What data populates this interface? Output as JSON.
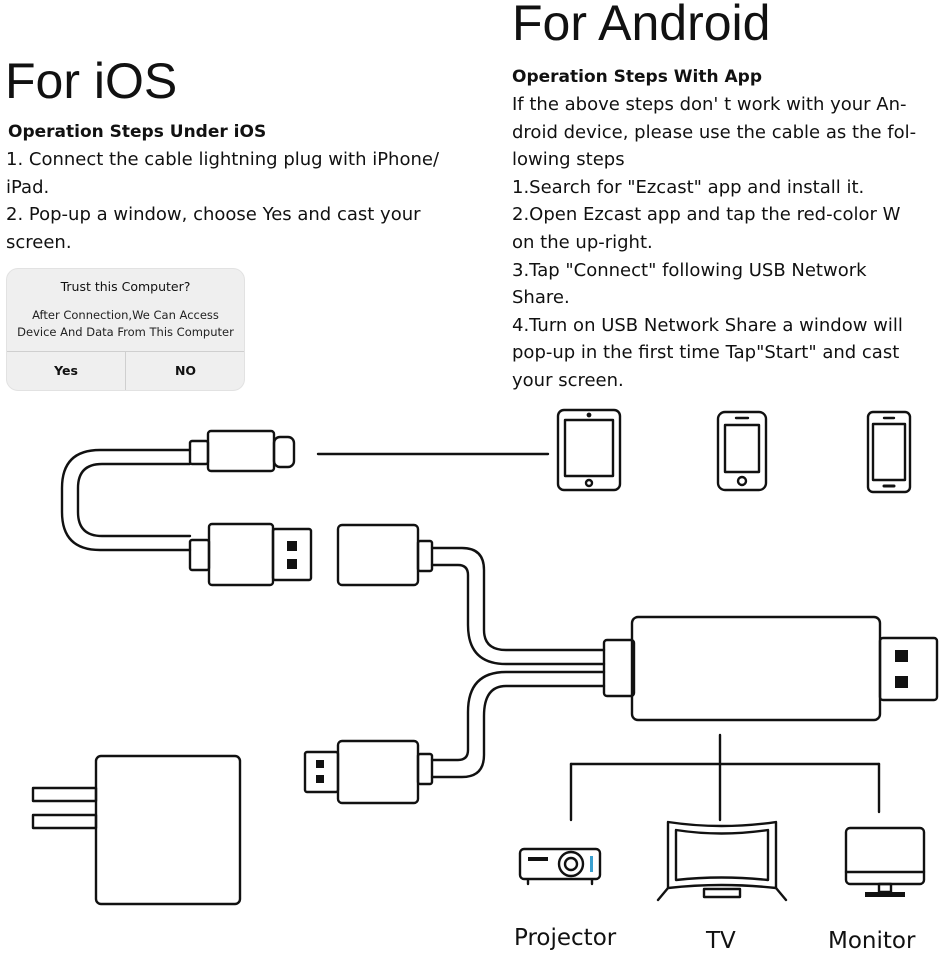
{
  "ios": {
    "title": "For iOS",
    "heading": "Operation Steps Under iOS",
    "lines": [
      "1. Connect the cable lightning plug with iPhone/",
      "iPad.",
      "2. Pop-up a window, choose Yes and cast your",
      "screen."
    ],
    "dialog": {
      "title": "Trust this Computer?",
      "message_line1": "After Connection,We Can Access",
      "message_line2": "Device And Data From This Computer",
      "yes_label": "Yes",
      "no_label": "NO"
    }
  },
  "android": {
    "title": "For Android",
    "heading": "Operation Steps With App",
    "lines": [
      "If the above steps don' t work with your An-",
      "droid device, please use the cable as the fol-",
      "lowing steps",
      "1.Search for \"Ezcast\" app and install it.",
      "2.Open Ezcast app and tap the red-color W",
      "on the up-right.",
      "3.Tap \"Connect\" following USB Network",
      "Share.",
      "4.Turn on USB Network Share a window will",
      "pop-up in the first time Tap\"Start\" and cast",
      "your screen."
    ]
  },
  "outputs": {
    "projector": "Projector",
    "tv": "TV",
    "monitor": "Monitor"
  },
  "colors": {
    "line": "#111111",
    "accent": "#3aa0d0"
  }
}
